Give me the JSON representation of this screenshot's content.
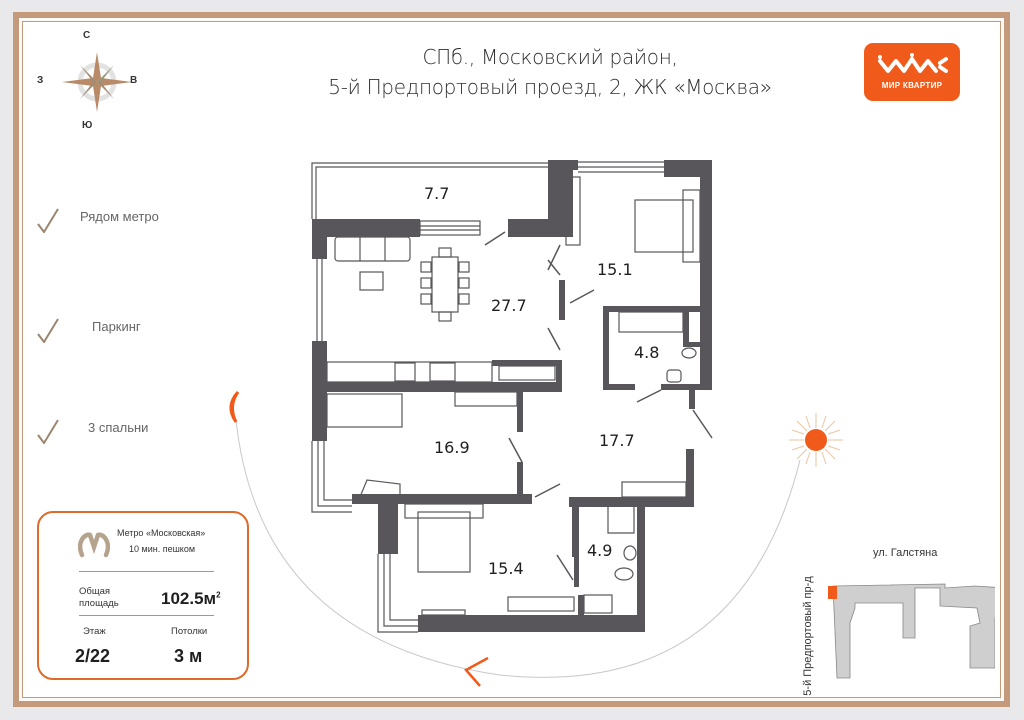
{
  "header": {
    "address_line1": "СПб., Московский район,",
    "address_line2": "5-й Предпортовый проезд, 2, ЖК «Москва»"
  },
  "logo": {
    "brand_text": "МИР КВАРТИР",
    "color": "#f05a1a"
  },
  "compass": {
    "north": "С",
    "south": "Ю",
    "west": "З",
    "east": "В"
  },
  "features": [
    {
      "label": "Рядом метро"
    },
    {
      "label": "Паркинг"
    },
    {
      "label": "3 спальни"
    }
  ],
  "info_card": {
    "metro_name": "Метро «Московская»",
    "metro_distance": "10 мин. пешком",
    "total_area_label_1": "Общая",
    "total_area_label_2": "площадь",
    "total_area_value": "102.5м",
    "total_area_unit_sup": "2",
    "floor_label": "Этаж",
    "floor_value": "2/22",
    "ceiling_label": "Потолки",
    "ceiling_value": "3 м",
    "border_color": "#e06a2a"
  },
  "rooms": [
    {
      "id": "balcony",
      "area": "7.7"
    },
    {
      "id": "living-kitchen",
      "area": "27.7"
    },
    {
      "id": "bedroom-1",
      "area": "15.1"
    },
    {
      "id": "bathroom-1",
      "area": "4.8"
    },
    {
      "id": "bedroom-2",
      "area": "16.9"
    },
    {
      "id": "hallway",
      "area": "17.7"
    },
    {
      "id": "bedroom-3",
      "area": "15.4"
    },
    {
      "id": "bathroom-2",
      "area": "4.9"
    }
  ],
  "site_plan": {
    "street_top": "ул. Галстяна",
    "street_left": "5-й Предпортовый пр-д"
  },
  "colors": {
    "frame": "#c39a7b",
    "wall": "#58565a",
    "accent": "#f05a1a"
  }
}
